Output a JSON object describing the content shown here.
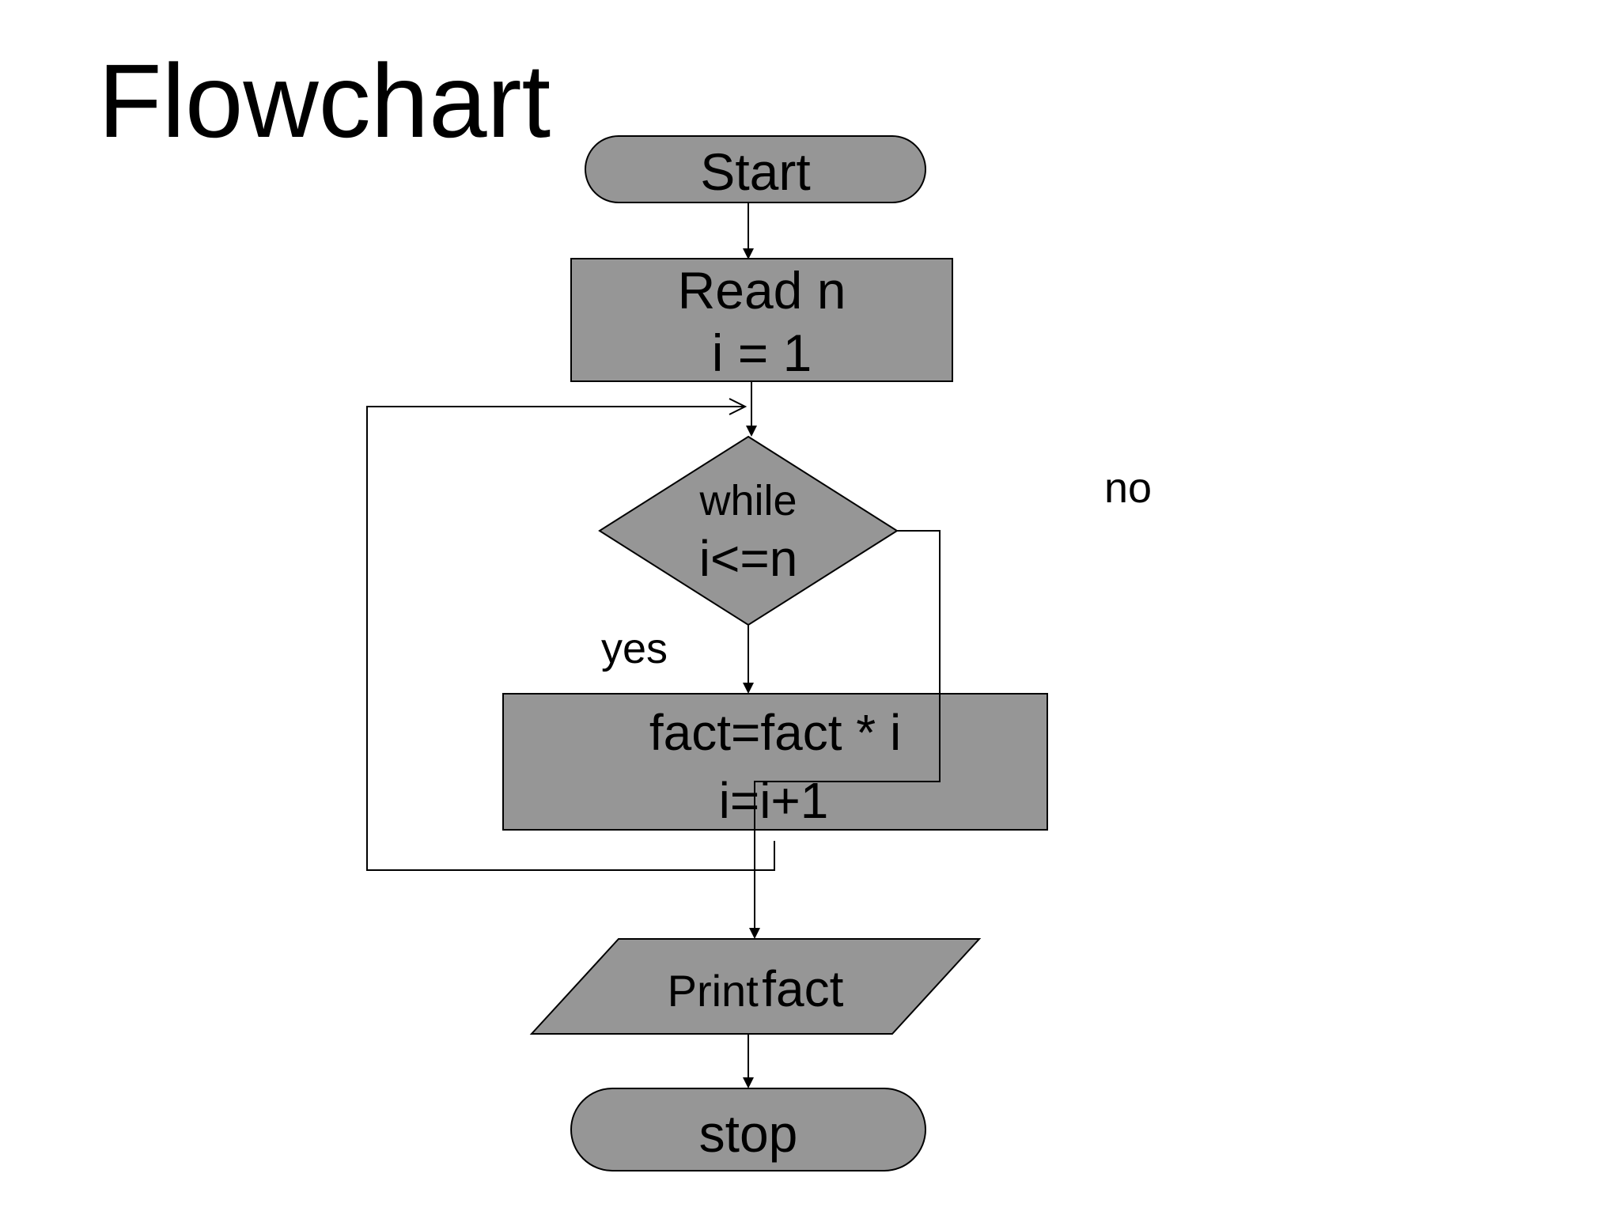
{
  "title": "Flowchart",
  "nodes": {
    "start": "Start",
    "read_line1": "Read n",
    "read_line2": "i = 1",
    "cond_line1": "while",
    "cond_line2": "i<=n",
    "process_line1": "fact=fact * i",
    "process_line2": "i=i+1",
    "output_word1": "Print",
    "output_word2": "fact",
    "stop": "stop"
  },
  "edge_labels": {
    "yes": "yes",
    "no": "no"
  },
  "colors": {
    "shape_fill": "#969696",
    "stroke": "#000000",
    "background": "#ffffff"
  }
}
